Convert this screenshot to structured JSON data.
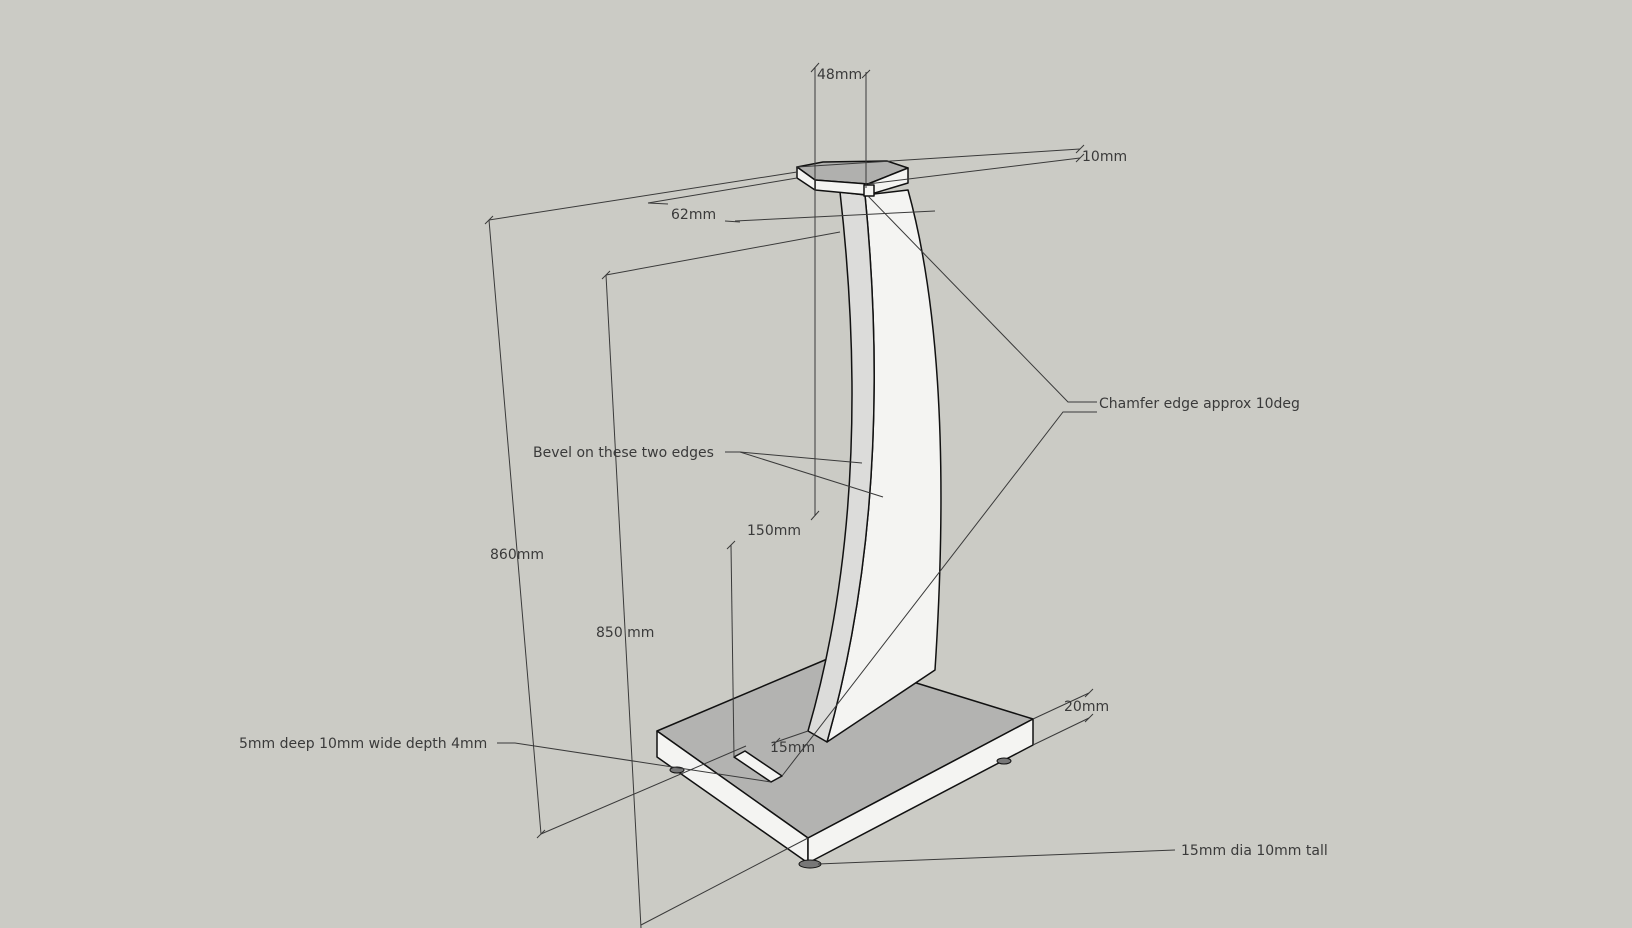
{
  "dimensions": {
    "d48": "48mm",
    "d10": "10mm",
    "d62": "62mm",
    "d860": "860mm",
    "d850": "850 mm",
    "d150": "150mm",
    "d15": "15mm",
    "d20": "20mm"
  },
  "annotations": {
    "chamfer": "Chamfer edge approx 10deg",
    "bevel": "Bevel on these two edges",
    "slot": "5mm deep 10mm wide depth 4mm",
    "feet": "15mm dia 10mm tall"
  },
  "colors": {
    "background": "#cbcbc5",
    "face_light": "#f4f4f2",
    "face_mid": "#dcdcda",
    "face_dark": "#b0b0ae",
    "base_top": "#b3b3b1",
    "line": "#3a3a3a"
  }
}
